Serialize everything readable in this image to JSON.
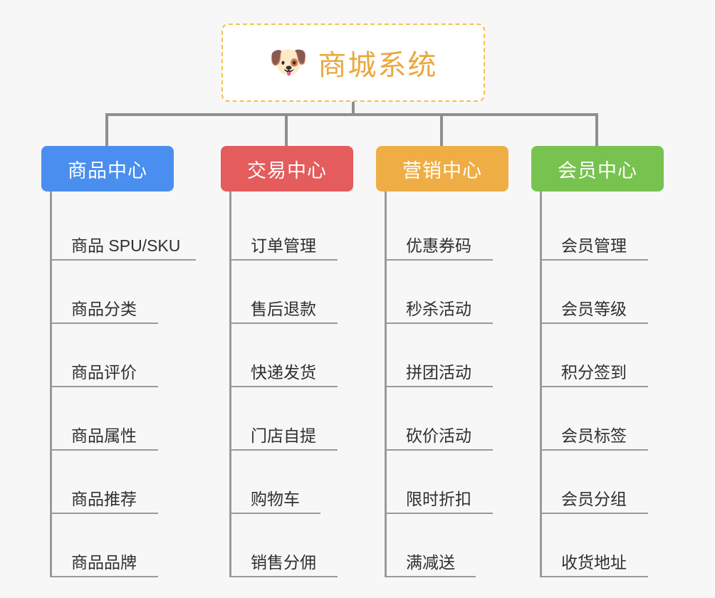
{
  "diagram": {
    "type": "mindmap",
    "background_color": "#f7f7f7",
    "root": {
      "icon": "dog-face-icon",
      "icon_glyph": "🐶",
      "title": "商城系统",
      "text_color": "#eaa83c",
      "border_color": "#f3c24a",
      "fill_color": "#ffffff"
    },
    "connector_color": "#8f8f8f",
    "branches": [
      {
        "label": "商品中心",
        "color": "#4a8ef0",
        "items": [
          "商品 SPU/SKU",
          "商品分类",
          "商品评价",
          "商品属性",
          "商品推荐",
          "商品品牌"
        ]
      },
      {
        "label": "交易中心",
        "color": "#e45c5c",
        "items": [
          "订单管理",
          "售后退款",
          "快递发货",
          "门店自提",
          "购物车",
          "销售分佣"
        ]
      },
      {
        "label": "营销中心",
        "color": "#eeae45",
        "items": [
          "优惠券码",
          "秒杀活动",
          "拼团活动",
          "砍价活动",
          "限时折扣",
          "满减送"
        ]
      },
      {
        "label": "会员中心",
        "color": "#78c250",
        "items": [
          "会员管理",
          "会员等级",
          "积分签到",
          "会员标签",
          "会员分组",
          "收货地址"
        ]
      }
    ]
  }
}
